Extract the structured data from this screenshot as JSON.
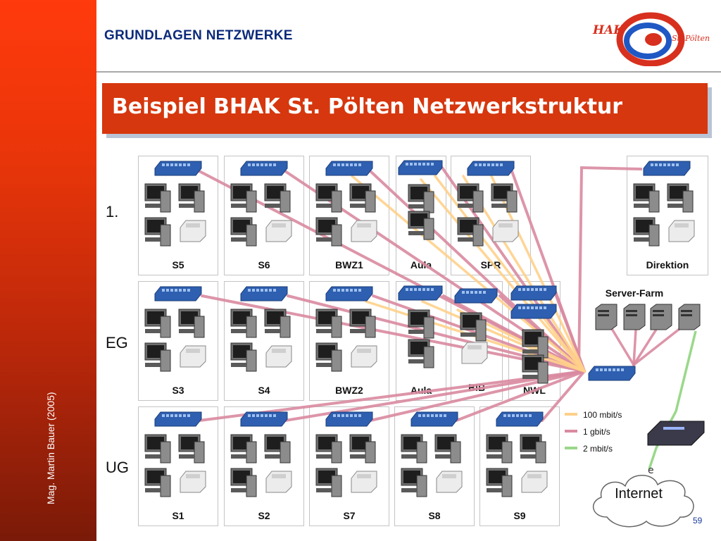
{
  "header": {
    "title": "GRUNDLAGEN NETZWERKE",
    "author": "Mag. Martin Bauer (2005)",
    "logo_text_main": "HAK",
    "logo_text_city": "St. Pölten"
  },
  "slide": {
    "title": "Beispiel BHAK St. Pölten Netzwerkstruktur",
    "page_number": "59"
  },
  "floors": {
    "first": "1.",
    "ground": "EG",
    "basement": "UG"
  },
  "rooms": {
    "s5": "S5",
    "s6": "S6",
    "bwz1": "BWZ1",
    "aula1": "Aula",
    "spr": "SPR",
    "direktion": "Direktion",
    "s3": "S3",
    "s4": "S4",
    "bwz2": "BWZ2",
    "aula2": "Aula",
    "bib": "BIB",
    "nwl": "NWL",
    "s1": "S1",
    "s2": "S2",
    "s7": "S7",
    "s8": "S8",
    "s9": "S9"
  },
  "server_farm": {
    "label": "Server-Farm"
  },
  "internet": {
    "label": "Internet"
  },
  "legend": [
    {
      "label": "100 mbit/s",
      "color": "#ffd08a"
    },
    {
      "label": "1 gbit/s",
      "color": "#d98aa0"
    },
    {
      "label": "2 mbit/s",
      "color": "#9ad88a"
    }
  ],
  "colors": {
    "banner": "#d6370e",
    "sidebar": "#e8350a",
    "switch": "#2e5fb0",
    "header_text": "#0b2a7a"
  }
}
